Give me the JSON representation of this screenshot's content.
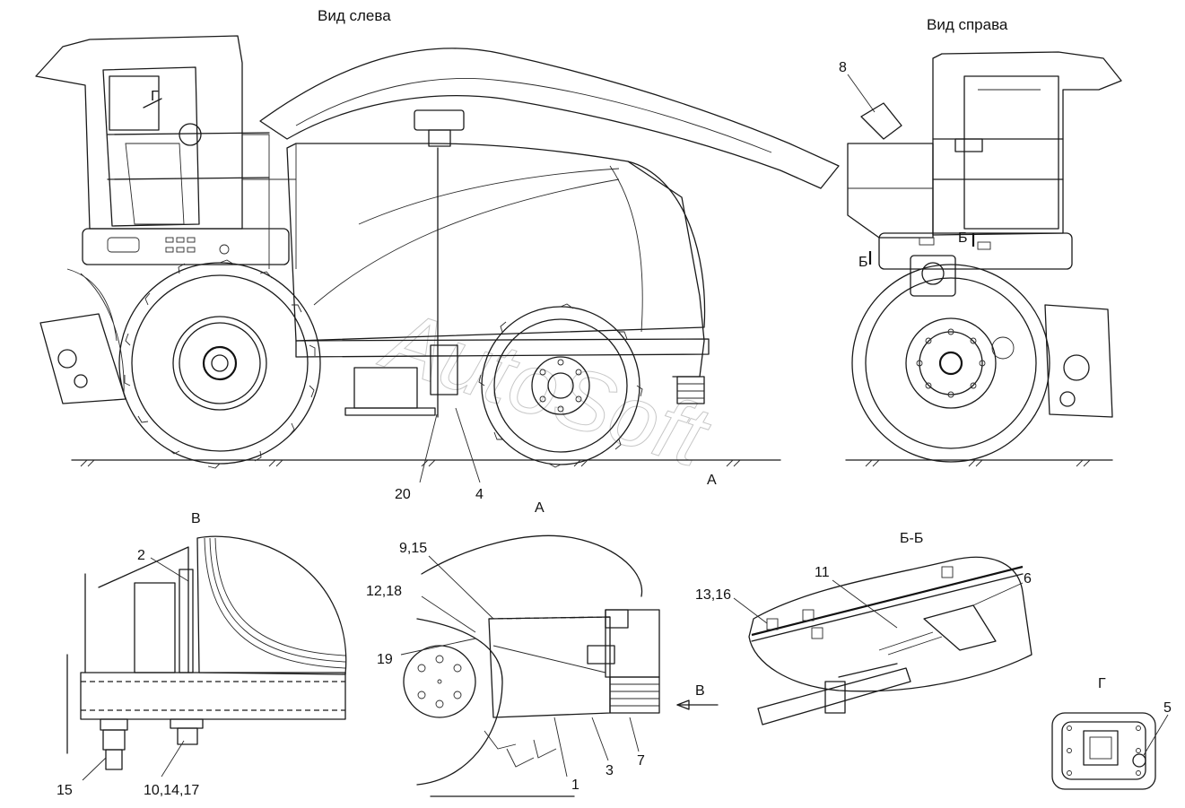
{
  "views": {
    "left": "Вид слева",
    "right": "Вид справа",
    "a_marker": "А",
    "a_title": "А",
    "v_title": "В",
    "bb_title": "Б-Б",
    "g_title": "Г",
    "g_marker": "Г",
    "b_marker_left": "Б",
    "b_marker_right": "Б",
    "v_arrow": "В"
  },
  "callouts": {
    "c20": "20",
    "c4": "4",
    "c8": "8",
    "c2": "2",
    "c15": "15",
    "c10_14_17": "10,14,17",
    "c9_15": "9,15",
    "c12_18": "12,18",
    "c19": "19",
    "c1": "1",
    "c3": "3",
    "c7": "7",
    "c13_16": "13,16",
    "c11": "11",
    "c6": "6",
    "c5": "5"
  },
  "watermark": "AutoSoft"
}
